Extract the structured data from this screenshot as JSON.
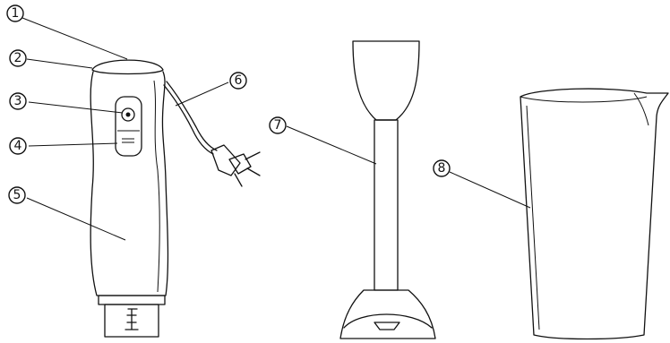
{
  "diagram": {
    "labels": [
      {
        "id": "callout-1",
        "number": "1"
      },
      {
        "id": "callout-2",
        "number": "2"
      },
      {
        "id": "callout-3",
        "number": "3"
      },
      {
        "id": "callout-4",
        "number": "4"
      },
      {
        "id": "callout-5",
        "number": "5"
      },
      {
        "id": "callout-6",
        "number": "6"
      },
      {
        "id": "callout-7",
        "number": "7"
      },
      {
        "id": "callout-8",
        "number": "8"
      }
    ]
  }
}
